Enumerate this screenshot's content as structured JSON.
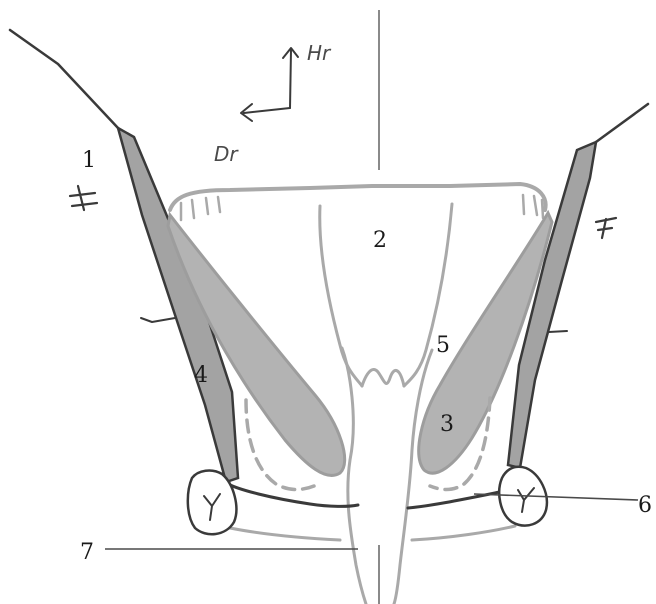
{
  "labels": {
    "one": "1",
    "two": "2",
    "three": "3",
    "four": "4",
    "five": "5",
    "six": "6",
    "seven": "7"
  },
  "orientation": {
    "vertical": "Hr",
    "horizontal": "Dr"
  },
  "colors": {
    "outline_dark": "#3a3a3a",
    "outline_light": "#a9a9a9",
    "muscle_fill": "#a9a9a9",
    "muscle_fill_light": "#b5b5b5",
    "background": "#ffffff"
  }
}
